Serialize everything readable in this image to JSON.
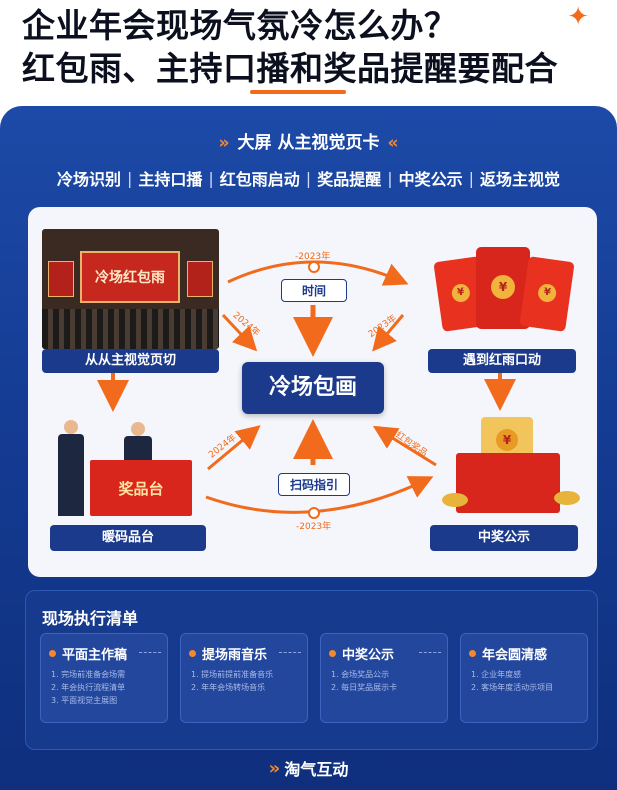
{
  "headline": {
    "line1": "企业年会现场气氛冷怎么办？",
    "line2": "红包雨、主持口播和奖品提醒要配合"
  },
  "screen_tag": {
    "chevron_left": "»",
    "text": "大屏 从主视觉页卡",
    "chevron_right": "«"
  },
  "flow_steps": [
    "冷场识别",
    "主持口播",
    "红包雨启动",
    "奖品提醒",
    "中奖公示",
    "返场主视觉"
  ],
  "diagram": {
    "center_label": "冷场包画",
    "scene_stage_sign": "冷场红包雨",
    "prize_table_sign": "奖品台",
    "nodes": {
      "top_left": "从从主视觉页切",
      "top_right": "遇到红雨口动",
      "bottom_left": "暖码品台",
      "bottom_right": "中奖公示"
    },
    "pills": {
      "top": "时间",
      "bottom": "扫码指引"
    },
    "small_labels": {
      "top_year": "-2023年",
      "bottom_year": "-2023年",
      "upper_left": "2024年",
      "upper_right": "2023年",
      "lower_left": "2024年",
      "lower_right": "红包奖品"
    }
  },
  "checklist": {
    "title": "现场执行清单",
    "cards": [
      {
        "title": "平面主作稿",
        "items": [
          "1. 完场前准备会场需",
          "2. 年会执行流程清单",
          "3. 平面视觉主展图"
        ]
      },
      {
        "title": "提场雨音乐",
        "items": [
          "1. 提场前提前准备音乐",
          "2. 年年会场转场音乐"
        ]
      },
      {
        "title": "中奖公示",
        "items": [
          "1. 会场奖品公示",
          "2. 每日奖品展示卡"
        ]
      },
      {
        "title": "年会圆清感",
        "items": [
          "1. 企业年度感",
          "2. 客场年度活动示项目"
        ]
      }
    ]
  },
  "brand": {
    "logo_glyph": "»",
    "name": "淘气互动"
  },
  "colors": {
    "panel_blue": "#1d4aa8",
    "node_navy": "#1b3a8c",
    "accent_orange": "#f26a1b",
    "envelope_red": "#e8321f"
  }
}
